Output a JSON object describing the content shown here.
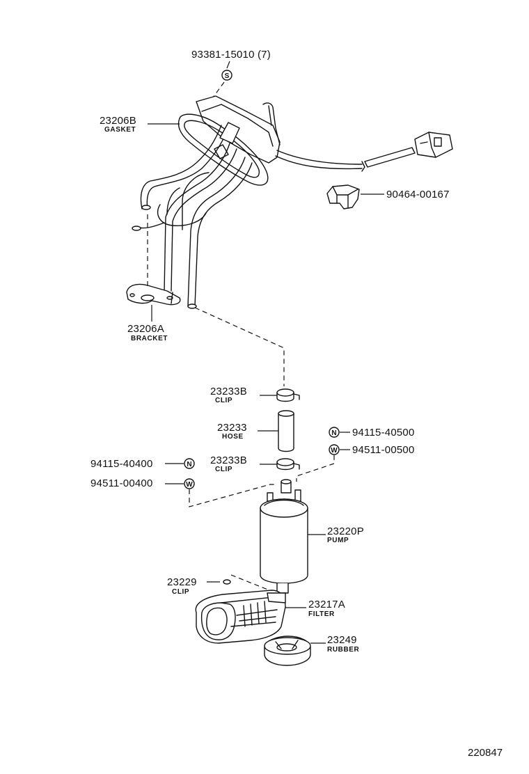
{
  "reference_number": "220847",
  "parts": {
    "screw": {
      "number": "93381-15010 (7)",
      "symbol": "S"
    },
    "gasket": {
      "number": "23206B",
      "description": "GASKET"
    },
    "connector": {
      "number": "90464-00167"
    },
    "bracket": {
      "number": "23206A",
      "description": "BRACKET"
    },
    "clip_upper": {
      "number": "23233B",
      "description": "CLIP"
    },
    "hose": {
      "number": "23233",
      "description": "HOSE"
    },
    "clip_lower": {
      "number": "23233B",
      "description": "CLIP"
    },
    "nut_right": {
      "number": "94115-40500",
      "symbol": "N"
    },
    "washer_right": {
      "number": "94511-00500",
      "symbol": "W"
    },
    "nut_left": {
      "number": "94115-40400",
      "symbol": "N"
    },
    "washer_left": {
      "number": "94511-00400",
      "symbol": "W"
    },
    "pump": {
      "number": "23220P",
      "description": "PUMP"
    },
    "clip_filter": {
      "number": "23229",
      "description": "CLIP"
    },
    "filter": {
      "number": "23217A",
      "description": "FILTER"
    },
    "rubber": {
      "number": "23249",
      "description": "RUBBER"
    }
  }
}
